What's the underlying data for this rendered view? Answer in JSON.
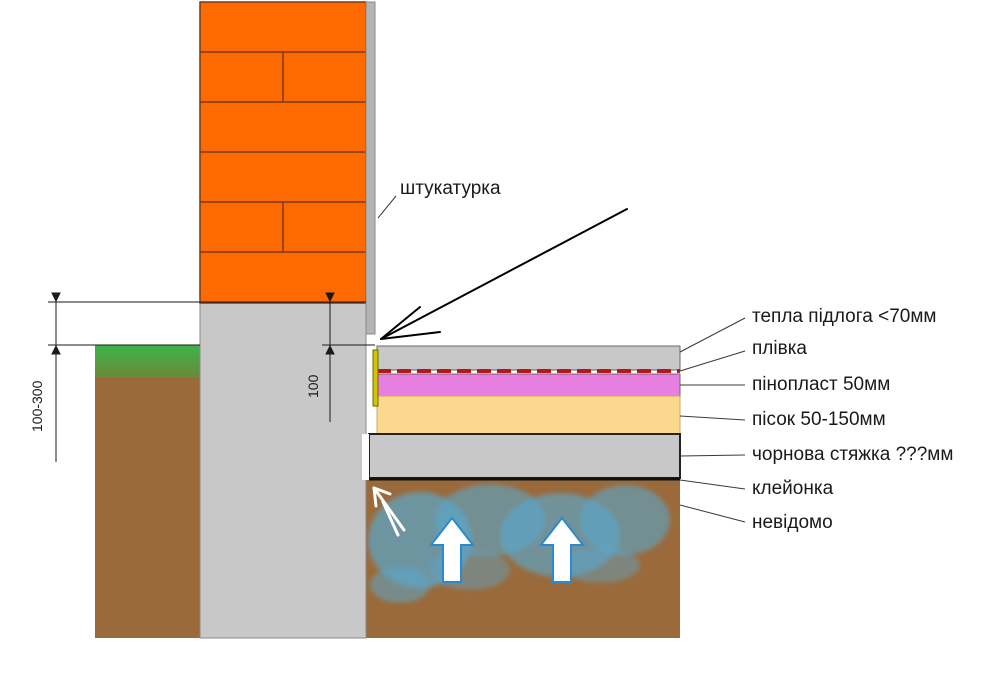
{
  "labels": {
    "plaster": "штукатурка",
    "warm_floor": "тепла підлога <70мм",
    "film": "плівка",
    "foam": "пінопласт 50мм",
    "sand": "пісок 50-150мм",
    "rough_screed": "чорнова стяжка ???мм",
    "waterproofing": "клейонка",
    "unknown": "невідомо"
  },
  "dimensions": {
    "outer_height": "100-300",
    "inner_height": "100"
  },
  "colors": {
    "brick": "#ff6a00",
    "mortar": "#7a3a14",
    "concrete": "#c8c8c8",
    "plaster": "#b4b4b4",
    "grass": "#3cb44a",
    "soil": "#9b6a3a",
    "foam": "#e77fe0",
    "sand": "#fcd88e",
    "film_red": "#b8161c",
    "moisture": "#4fb2e6",
    "leader": "#3a3a3a"
  },
  "icons": [
    "moisture-arrow-icon",
    "pointer-arrow-icon"
  ]
}
